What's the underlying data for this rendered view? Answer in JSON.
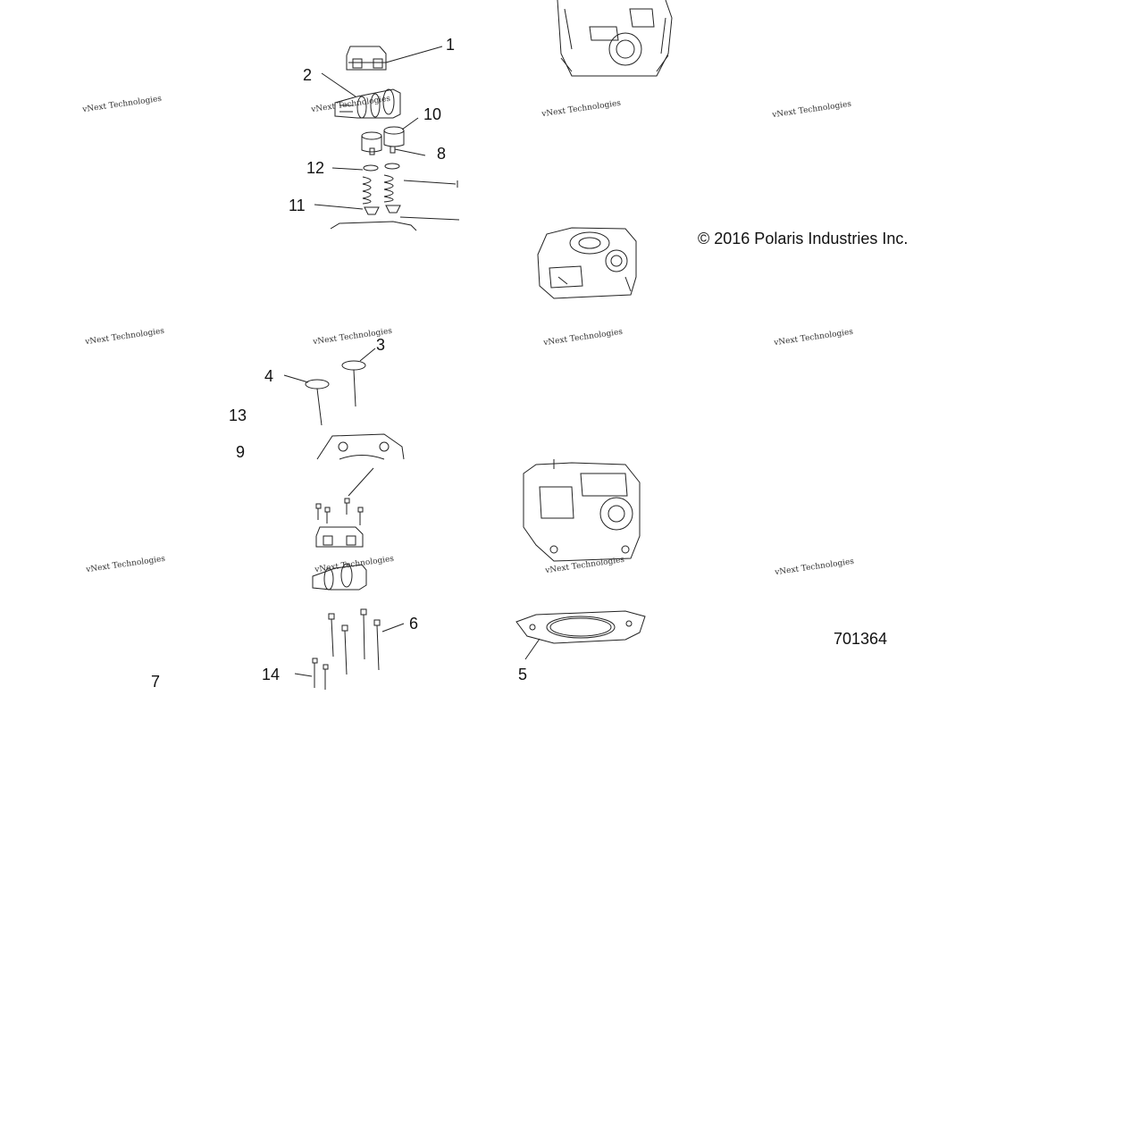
{
  "copyright": "© 2016 Polaris Industries Inc.",
  "figure_number": "701364",
  "watermark": "vNext Technologies",
  "callouts": [
    "1",
    "2",
    "10",
    "8",
    "12",
    "11",
    "3",
    "4",
    "13",
    "9",
    "6",
    "14",
    "7",
    "5"
  ],
  "icons": {
    "rocker_cover": "cam-cap-icon",
    "camshaft": "camshaft-icon",
    "tappet": "valve-bucket-icon",
    "spring": "valve-spring-icon",
    "cylinder_head": "cylinder-head-icon",
    "gasket": "head-gasket-icon",
    "bolt": "bolt-icon",
    "valve": "valve-icon"
  }
}
